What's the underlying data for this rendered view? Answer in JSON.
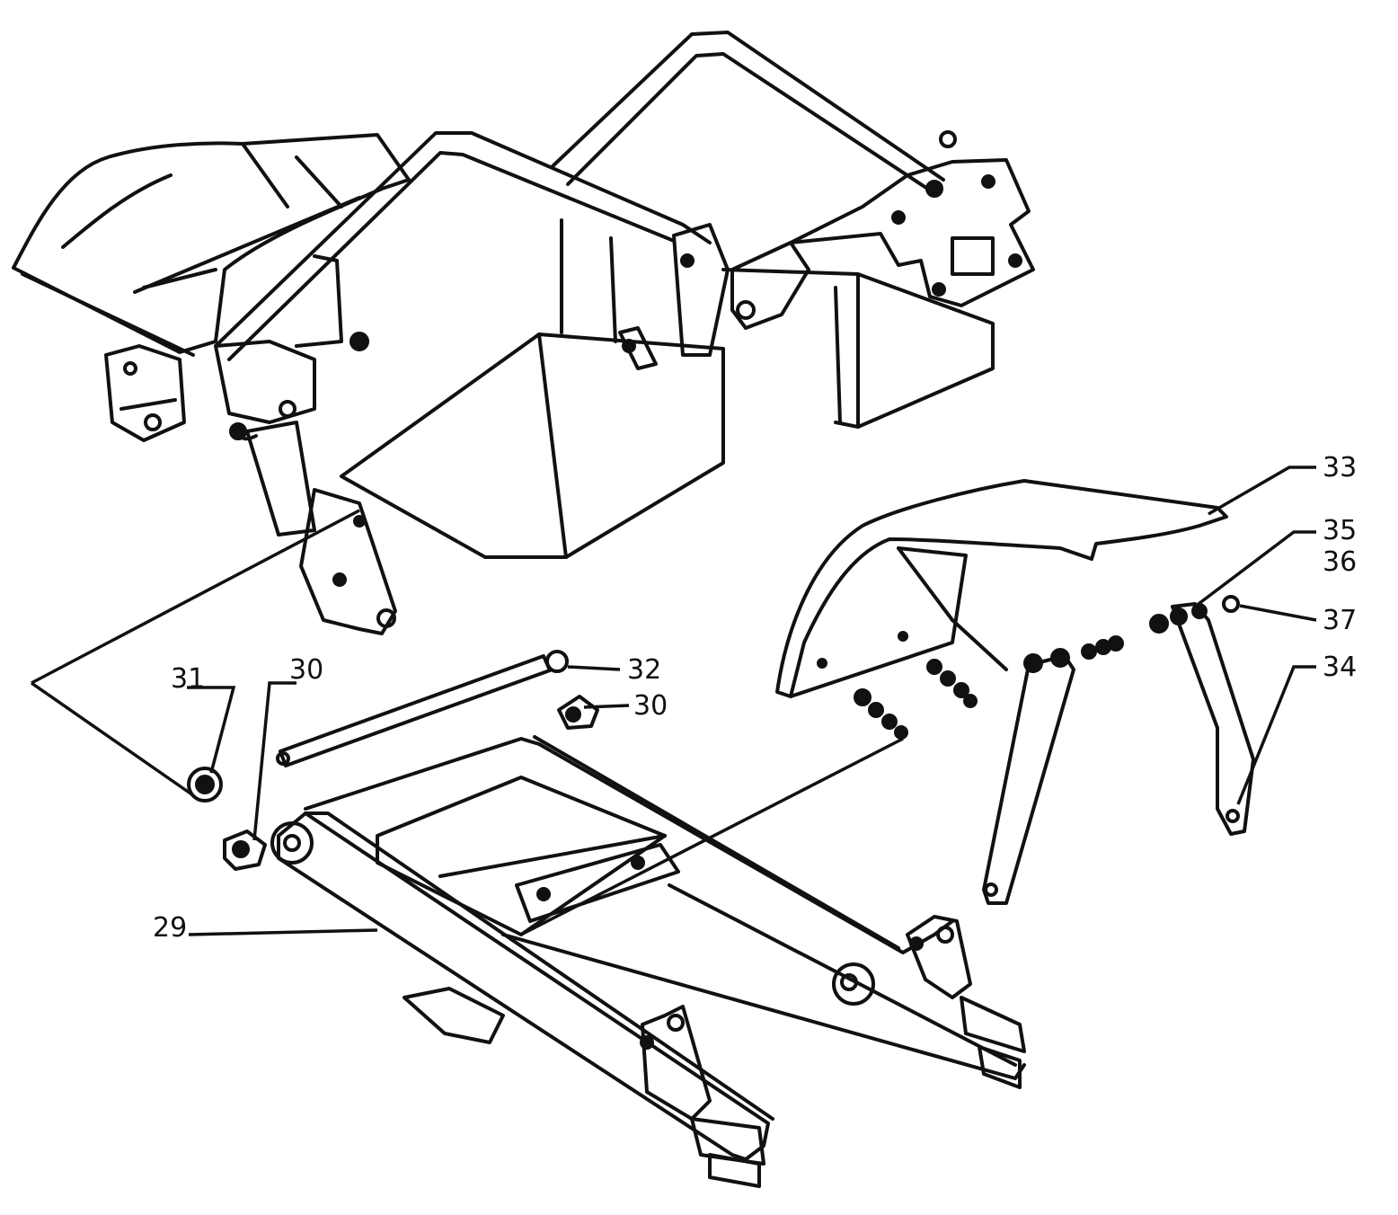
{
  "callouts": {
    "c29": "29",
    "c30a": "30",
    "c30b": "30",
    "c31": "31",
    "c32": "32",
    "c33": "33",
    "c34": "34",
    "c35": "35",
    "c36": "36",
    "c37": "37"
  },
  "colors": {
    "ink": "#111111",
    "paper": "#ffffff"
  }
}
